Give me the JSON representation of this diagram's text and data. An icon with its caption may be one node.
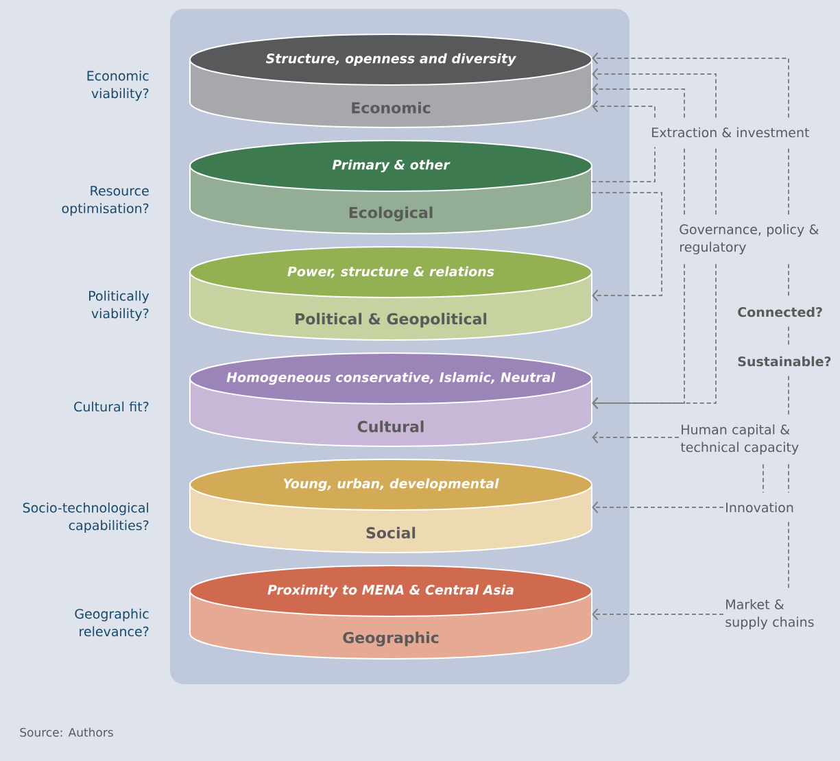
{
  "diagram": {
    "caption": "Source: Authors",
    "nodes": [
      {
        "text": [
          "Structure, openness and diversity",
          "Economic"
        ]
      },
      {
        "text": [
          "Primary & other",
          "Ecological"
        ]
      },
      {
        "text": [
          "Power, structure & relations",
          "Political & Geopolitical"
        ]
      },
      {
        "text": [
          "Homogeneous conservative, Islamic, Neutral",
          "Cultural"
        ]
      },
      {
        "text": [
          "Young, urban, developmental",
          "Social"
        ]
      },
      {
        "text": [
          "Proximity to MENA & Central Asia",
          "Geographic"
        ]
      },
      {
        "text": [
          "Extraction & investment"
        ]
      },
      {
        "text": [
          "Governance, policy & regulatory"
        ]
      },
      {
        "text": [
          "Connected?"
        ]
      },
      {
        "text": [
          "Sustainable?"
        ]
      },
      {
        "text": [
          "Human capital & technical capacity"
        ]
      },
      {
        "text": [
          "Innovation"
        ]
      },
      {
        "text": [
          "Market & supply chains"
        ]
      }
    ],
    "edges": [
      {
        "from": 6,
        "to": 0,
        "arrow": "to"
      },
      {
        "from": 6,
        "to": 0,
        "arrow": "to"
      },
      {
        "from": 6,
        "to": 0,
        "arrow": "to"
      },
      {
        "from": 6,
        "to": 0,
        "arrow": "to"
      },
      {
        "from": 1,
        "to": 6,
        "arrow": "none"
      },
      {
        "from": 7,
        "to": 6,
        "arrow": "none"
      },
      {
        "from": 7,
        "to": 6,
        "arrow": "none"
      },
      {
        "from": 7,
        "to": 6,
        "arrow": "none"
      },
      {
        "from": 1,
        "to": 2,
        "arrow": "to"
      },
      {
        "from": 7,
        "to": 3,
        "arrow": "to"
      },
      {
        "from": 7,
        "to": 3,
        "arrow": "to"
      },
      {
        "from": 7,
        "to": 8,
        "arrow": "none"
      },
      {
        "from": 8,
        "to": 9,
        "arrow": "none"
      },
      {
        "from": 9,
        "to": 10,
        "arrow": "none"
      },
      {
        "from": 10,
        "to": 3,
        "arrow": "to"
      },
      {
        "from": 10,
        "to": 11,
        "arrow": "none"
      },
      {
        "from": 10,
        "to": 11,
        "arrow": "none"
      },
      {
        "from": 11,
        "to": 4,
        "arrow": "to"
      },
      {
        "from": 11,
        "to": 12,
        "arrow": "none"
      },
      {
        "from": 12,
        "to": 5,
        "arrow": "to"
      }
    ],
    "labels": [
      "Economic viability?",
      "Resource optimisation?",
      "Politically viability?",
      "Cultural fit?",
      "Socio-technological capabilities?",
      "Geographic relevance?"
    ]
  }
}
